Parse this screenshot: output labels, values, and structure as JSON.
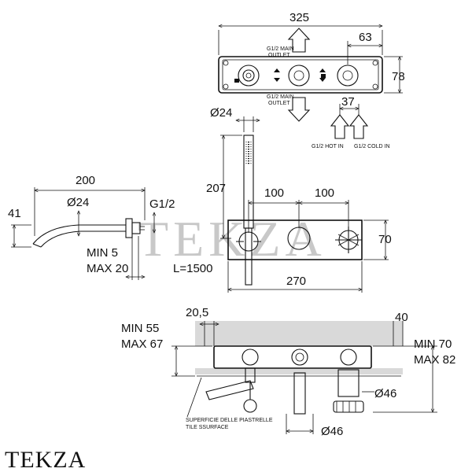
{
  "brand": "TEKZA",
  "watermark": "TEKZA",
  "top_view": {
    "width": "325",
    "offset_right": "63",
    "height": "78",
    "spacing": "37",
    "diameter": "Ø24",
    "outlet_top_1": "G1/2 MAIN",
    "outlet_top_2": "OUTLET",
    "outlet_bot_1": "G1/2 MAIN",
    "outlet_bot_2": "OUTLET",
    "hot_in": "G1/2 HOT IN",
    "cold_in": "G1/2 COLD IN"
  },
  "spout": {
    "length": "200",
    "diameter": "Ø24",
    "height": "41",
    "thread": "G1/2",
    "min": "MIN 5",
    "max": "MAX 20"
  },
  "front_view": {
    "hose_length": "207",
    "hose": "L=1500",
    "spacing_1": "100",
    "spacing_2": "100",
    "plate_height": "70",
    "plate_width": "270"
  },
  "section_view": {
    "depth": "20,5",
    "min_left": "MIN 55",
    "max_left": "MAX 67",
    "right_top": "40",
    "min_right": "MIN 70",
    "max_right": "MAX 82",
    "diameter_1": "Ø46",
    "diameter_2": "Ø46",
    "surface_it": "SUPERFICIE DELLE PIASTRELLE",
    "surface_en": "TILE SSURFACE"
  }
}
